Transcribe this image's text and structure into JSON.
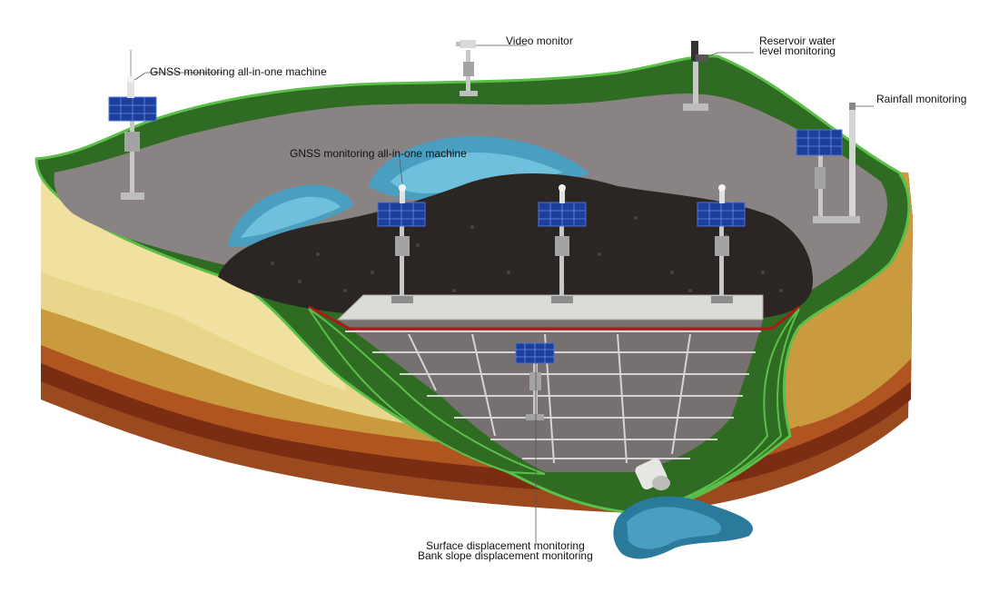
{
  "labels": {
    "gnss_left": "GNSS monitoring all-in-one machine",
    "video": "Video monitor",
    "reservoir_line1": "Reservoir water",
    "reservoir_line2": "level monitoring",
    "rainfall": "Rainfall monitoring",
    "gnss_center": "GNSS monitoring all-in-one machine",
    "surface": "Surface displacement monitoring",
    "bank": "Bank slope displacement monitoring"
  },
  "colors": {
    "grass": "#2f6b22",
    "grass_edge": "#5cbf4a",
    "ground": "#8a8383",
    "tailings": "#2b2624",
    "water": "#4a9fc0",
    "soil_light": "#e8d68a",
    "soil_mid": "#c99a3e",
    "soil_dark": "#9b4a1f",
    "panel": "#1c3f9c",
    "pole": "#c8c8c8"
  },
  "icons": [
    "solar-panel-icon",
    "camera-icon",
    "rain-gauge-icon",
    "water-level-sensor-icon",
    "gnss-antenna-icon",
    "drain-pipe-icon"
  ]
}
